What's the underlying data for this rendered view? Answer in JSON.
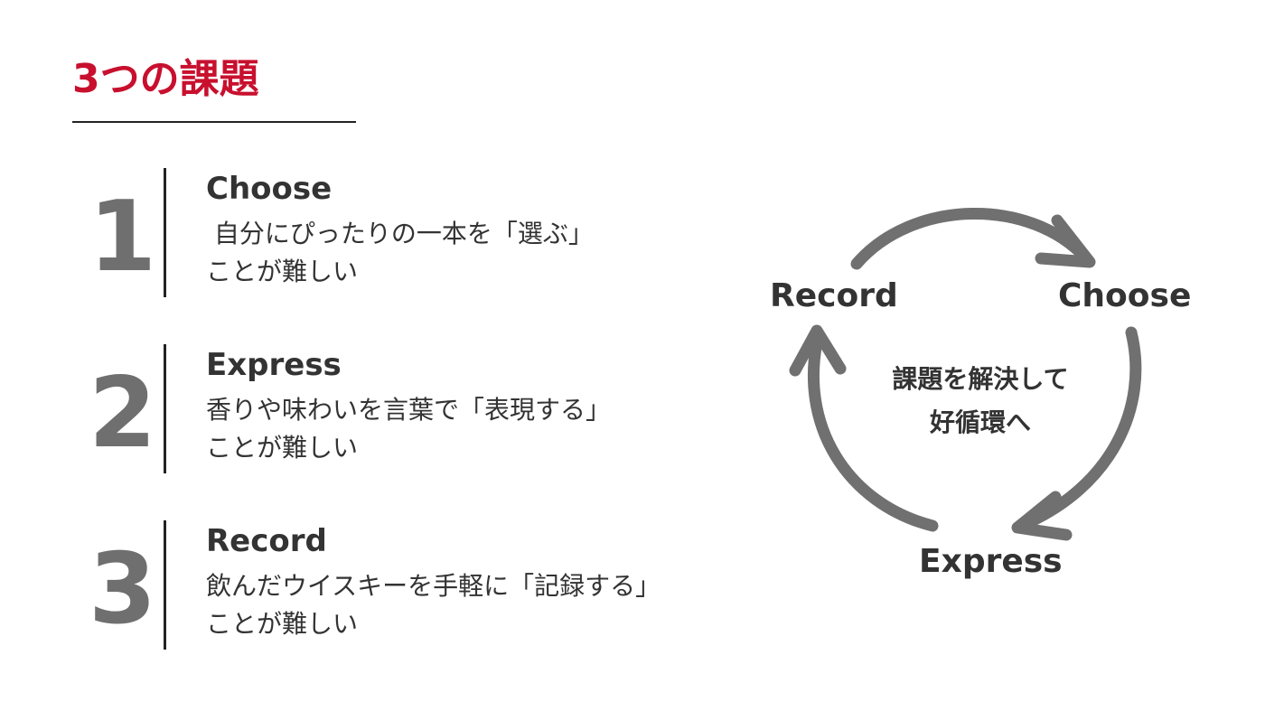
{
  "slide": {
    "title": "3つの課題",
    "accent_color": "#c8102e",
    "text_color": "#333333",
    "number_color": "#6f6f6f",
    "arrow_color": "#707070"
  },
  "issues": [
    {
      "number": "1",
      "name": "Choose",
      "desc_line1": " 自分にぴったりの一本を「選ぶ」",
      "desc_line2": "ことが難しい"
    },
    {
      "number": "2",
      "name": "Express",
      "desc_line1": "香りや味わいを言葉で「表現する」",
      "desc_line2": "ことが難しい"
    },
    {
      "number": "3",
      "name": "Record",
      "desc_line1": "飲んだウイスキーを手軽に「記録する」",
      "desc_line2": "ことが難しい"
    }
  ],
  "cycle": {
    "label_choose": "Choose",
    "label_express": "Express",
    "label_record": "Record",
    "center_line1": "課題を解決して",
    "center_line2": "好循環へ",
    "flow": [
      "Record",
      "Choose",
      "Express",
      "Record"
    ],
    "arrow_icon": "circular-arrow-icon"
  }
}
